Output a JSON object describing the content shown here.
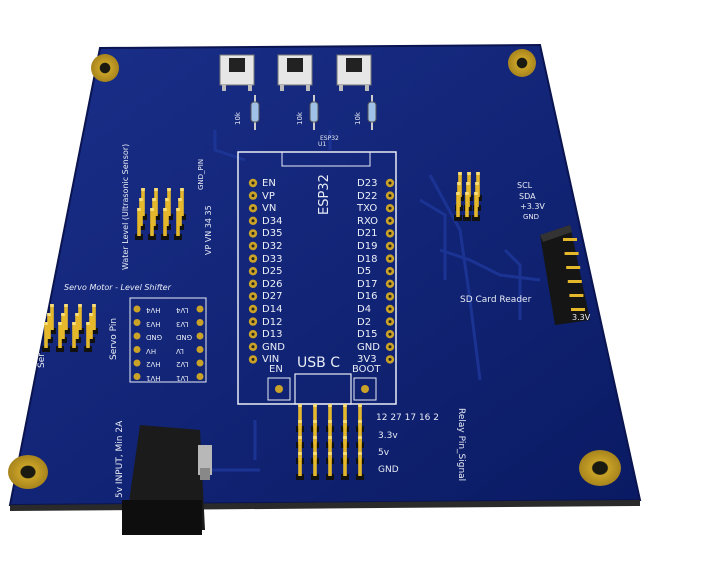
{
  "module": {
    "name": "ESP32",
    "ref": "U1",
    "usb": "USB C",
    "en_button": "EN",
    "boot_button": "BOOT",
    "left_pins": [
      "EN",
      "VP",
      "VN",
      "D34",
      "D35",
      "D32",
      "D33",
      "D25",
      "D26",
      "D27",
      "D14",
      "D12",
      "D13",
      "GND",
      "VIN"
    ],
    "right_pins": [
      "D23",
      "D22",
      "TXO",
      "RXO",
      "D21",
      "D19",
      "D18",
      "D5",
      "D17",
      "D16",
      "D4",
      "D2",
      "D15",
      "GND",
      "3V3"
    ]
  },
  "resistors": [
    "10k",
    "10k",
    "10k"
  ],
  "labels": {
    "water_level": "Water Level (Ultrasonic Sensor)",
    "water_pins": "VP VN 34 35",
    "gnd_pin": "GND_PIN",
    "servo_title": "Servo Motor - Level Shifter",
    "servo_pin": "Servo Pin",
    "servo_left": "Ser",
    "sd_card": "SD Card Reader",
    "power_input": "5v INPUT, Min 2A",
    "relay": "Relay Pin_Signal",
    "relay_pins": "12 27 17 16 2",
    "v33": "3.3v",
    "v5": "5v",
    "gnd": "GND",
    "i2c_scl": "SCL",
    "i2c_sda": "SDA",
    "i2c_33": "+3.3V",
    "i2c_gnd": "GND",
    "sd_33": "3.3V"
  },
  "level_shifter": {
    "left": [
      "HV4",
      "HV3",
      "GND",
      "HV",
      "HV2",
      "HV1"
    ],
    "right": [
      "LV4",
      "LV3",
      "GND",
      "LV",
      "LV2",
      "LV1"
    ]
  },
  "colors": {
    "board": "#0d1f6e",
    "gold": "#c9a227",
    "silk": "#e8ecf5"
  }
}
